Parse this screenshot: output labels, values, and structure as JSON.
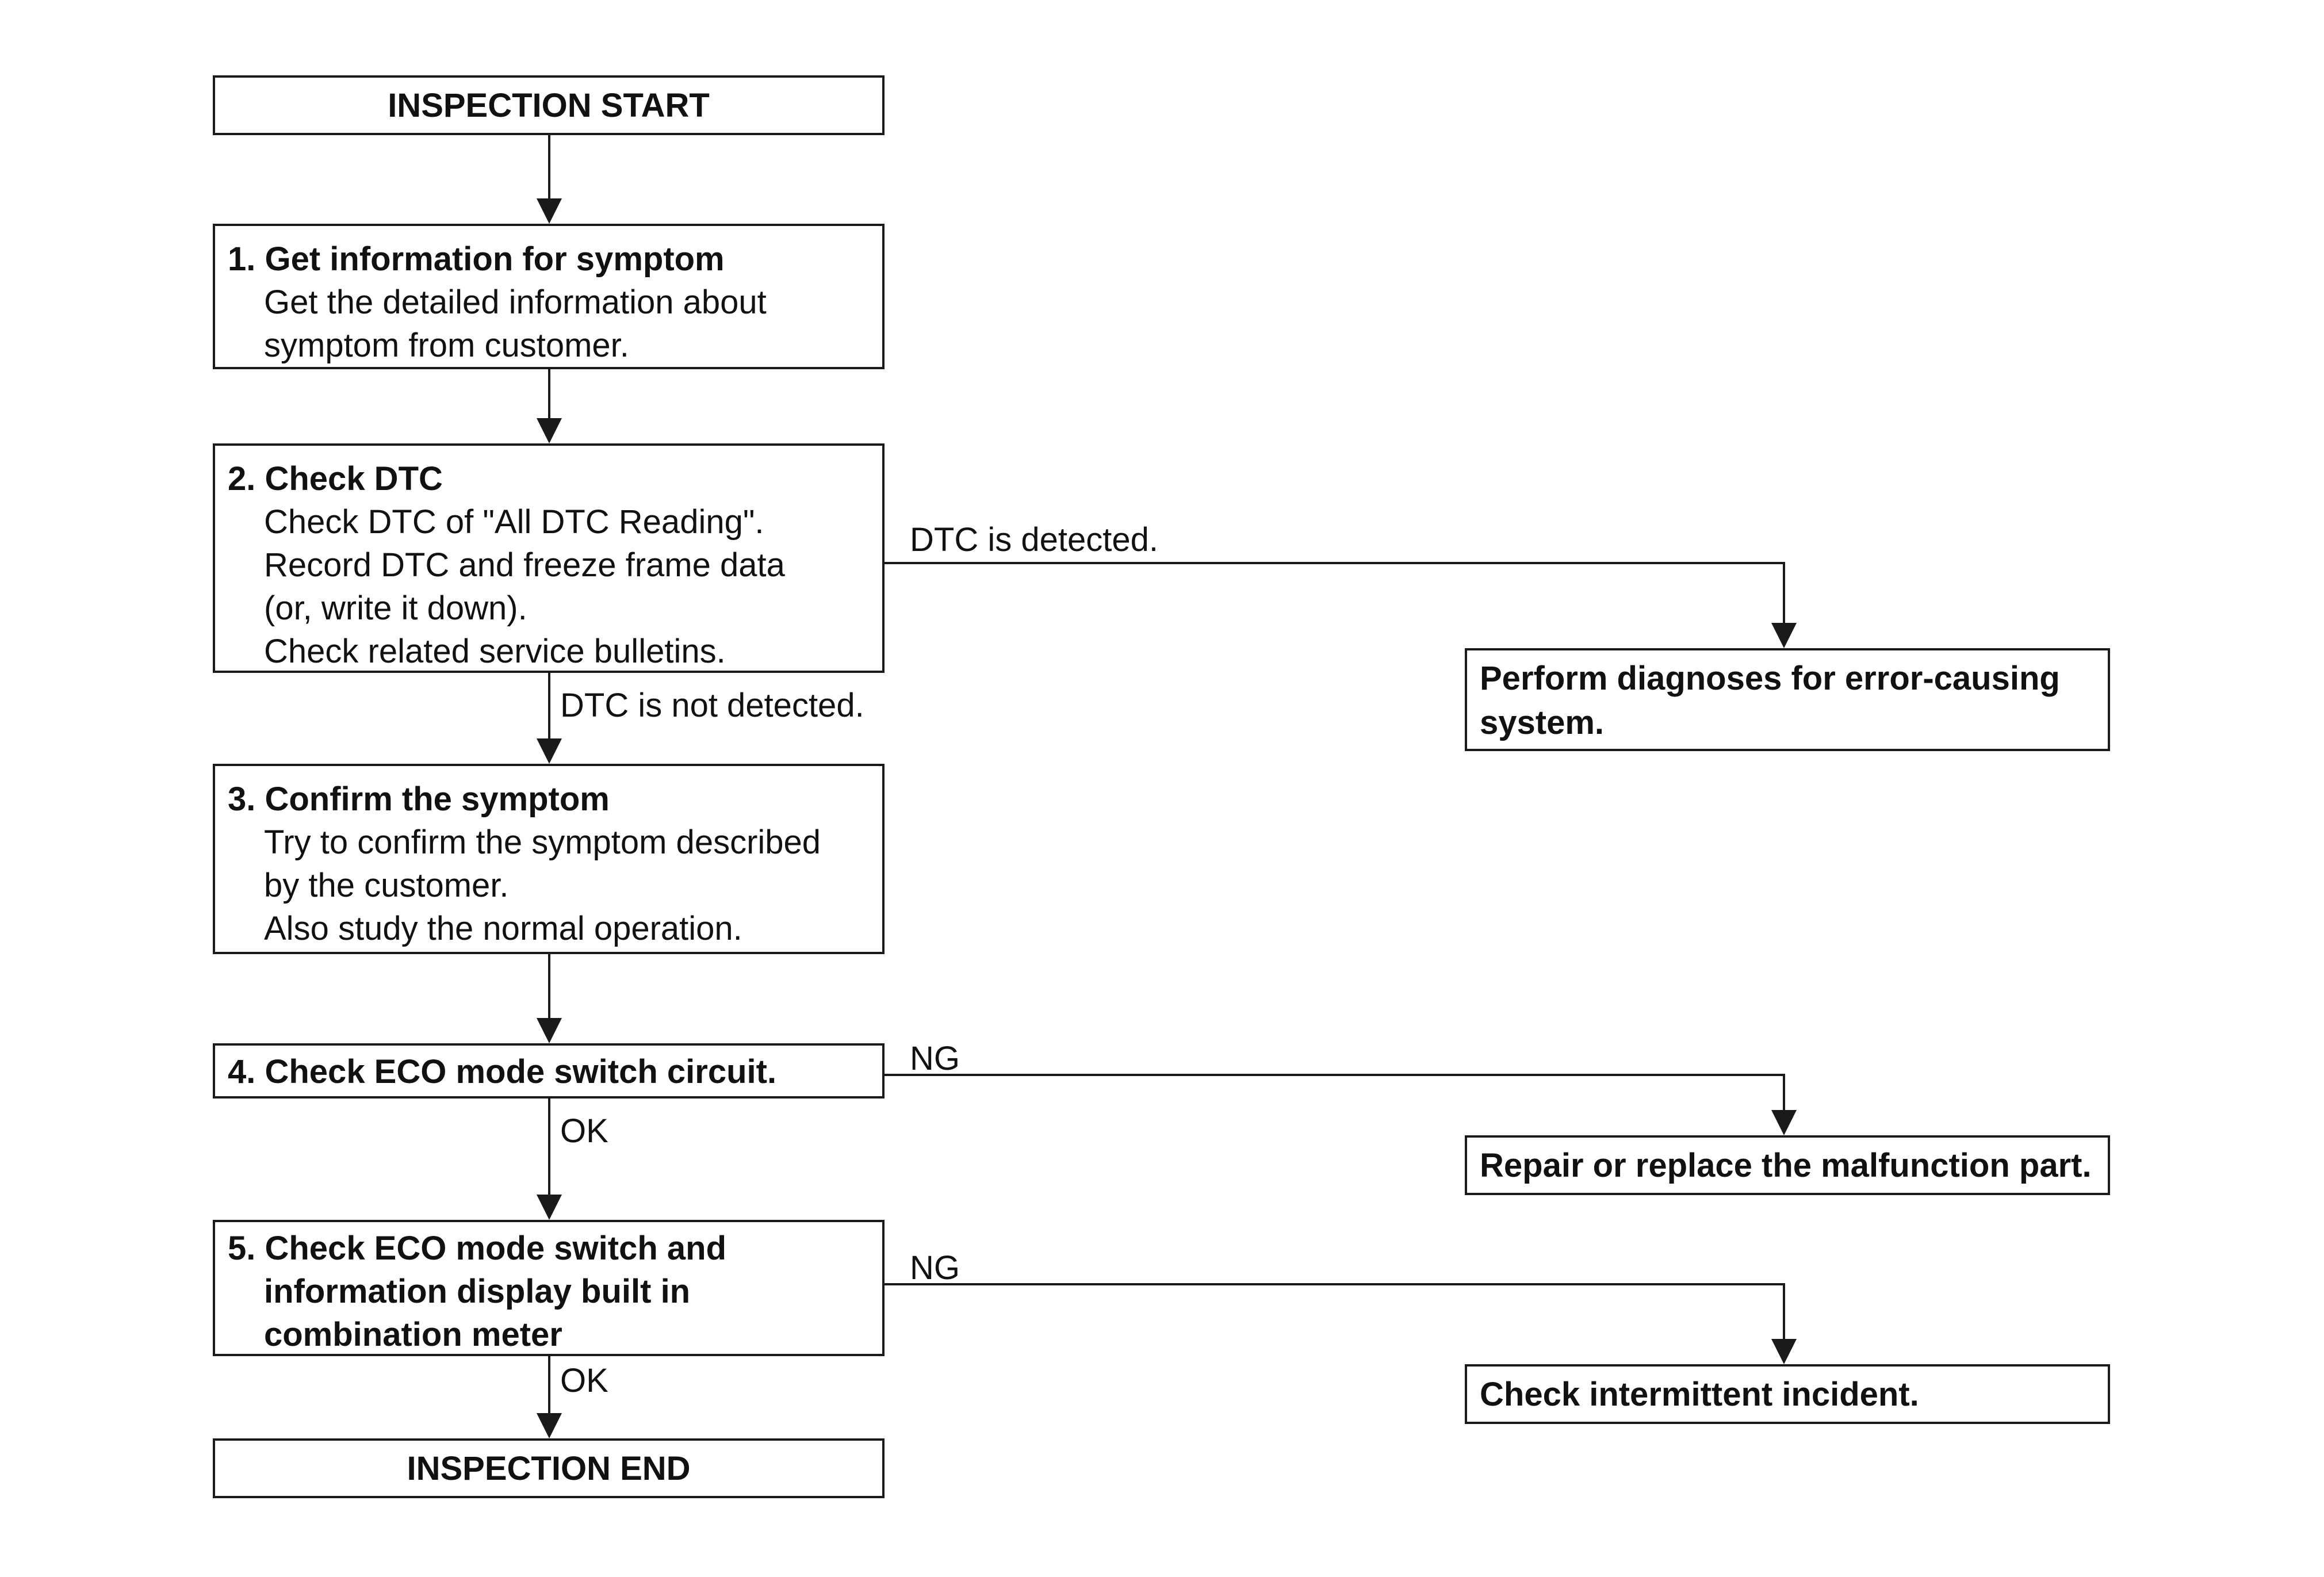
{
  "start": "INSPECTION START",
  "end": "INSPECTION END",
  "steps": [
    {
      "title": "1. Get information for symptom",
      "lines": [
        "Get the detailed information about",
        "symptom from customer."
      ]
    },
    {
      "title": "2. Check DTC",
      "lines": [
        "Check DTC of \"All DTC Reading\".",
        "Record DTC and freeze frame data",
        "(or, write it down).",
        "Check related service bulletins."
      ]
    },
    {
      "title": "3. Confirm the symptom",
      "lines": [
        "Try to confirm the symptom described",
        "by the customer.",
        "Also study the normal operation."
      ]
    },
    {
      "title": "4. Check ECO mode switch circuit.",
      "lines": []
    },
    {
      "title": "5. Check ECO mode switch and",
      "title_cont": [
        "information display built in",
        "combination meter"
      ],
      "lines": []
    }
  ],
  "results": {
    "dtc_detected": [
      "Perform diagnoses for error-causing",
      "system."
    ],
    "step4_ng": "Repair or replace the malfunction part.",
    "step5_ng": "Check intermittent incident."
  },
  "edge_labels": {
    "dtc_detected": "DTC is detected.",
    "dtc_not_detected": "DTC is not detected.",
    "step4_ng": "NG",
    "step4_ok": "OK",
    "step5_ng": "NG",
    "step5_ok": "OK"
  },
  "colors": {
    "line": "#1a1a1a"
  }
}
